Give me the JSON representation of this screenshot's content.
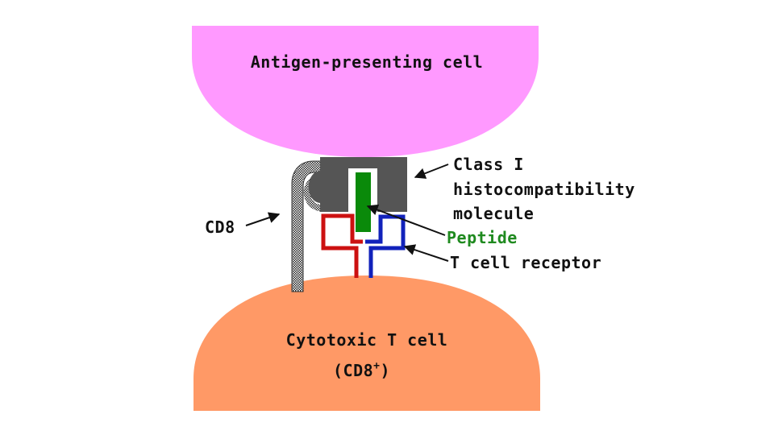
{
  "labels": {
    "apc": "Antigen-presenting cell",
    "mhc_line1": "Class I",
    "mhc_line2": "histocompatibility",
    "mhc_line3": "molecule",
    "peptide": "Peptide",
    "tcr": "T cell receptor",
    "cd8": "CD8",
    "tcell_line1": "Cytotoxic T cell",
    "tcell_paren_open": "(CD8",
    "tcell_sup": "+",
    "tcell_paren_close": ")"
  },
  "colors": {
    "apc": "#ff99ff",
    "tcell": "#ff9966",
    "mhc": "#555555",
    "peptide": "#0a8a0a",
    "tcr_alpha": "#cc1111",
    "tcr_beta": "#1122bb",
    "peptide_label": "#1f8a1f"
  }
}
